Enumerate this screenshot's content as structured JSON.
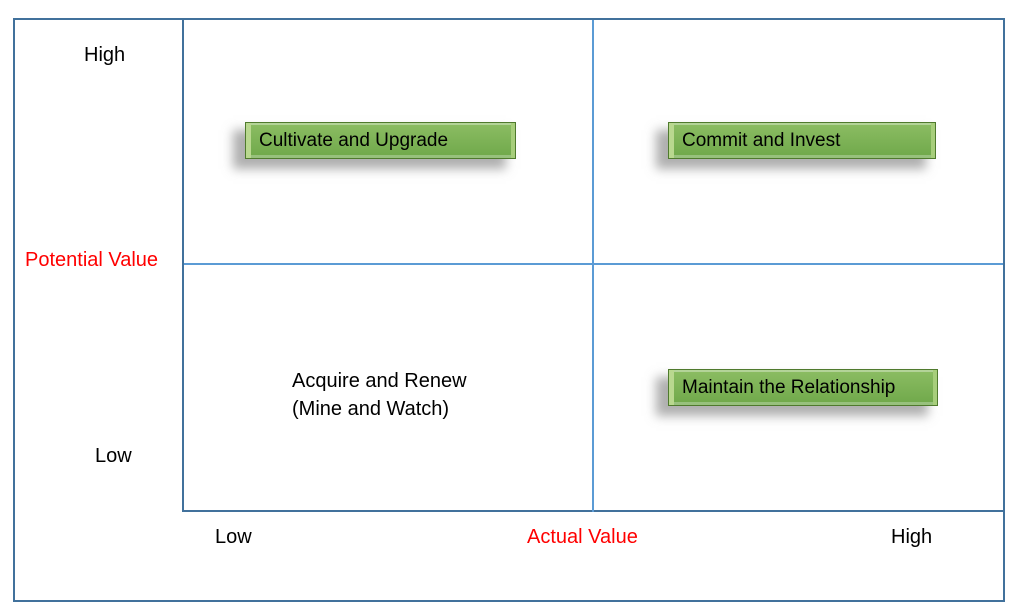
{
  "diagram": {
    "type": "2x2-matrix",
    "y_axis": {
      "label": "Potential Value",
      "top_tick": "High",
      "bottom_tick": "Low"
    },
    "x_axis": {
      "label": "Actual Value",
      "left_tick": "Low",
      "right_tick": "High"
    },
    "quadrants": {
      "top_left": {
        "label": "Cultivate and Upgrade"
      },
      "top_right": {
        "label": "Commit and Invest"
      },
      "bottom_left": {
        "line1": "Acquire and Renew",
        "line2": "(Mine and Watch)"
      },
      "bottom_right": {
        "label": "Maintain the Relationship"
      }
    },
    "colors": {
      "frame_border": "#41719c",
      "grid_line": "#5b9bd5",
      "button_fill": "#74ac4d",
      "button_bevel_highlight": "#b9d88f",
      "button_border": "#4f7a2d",
      "axis_label_red": "#ff0000",
      "text": "#000000"
    }
  }
}
